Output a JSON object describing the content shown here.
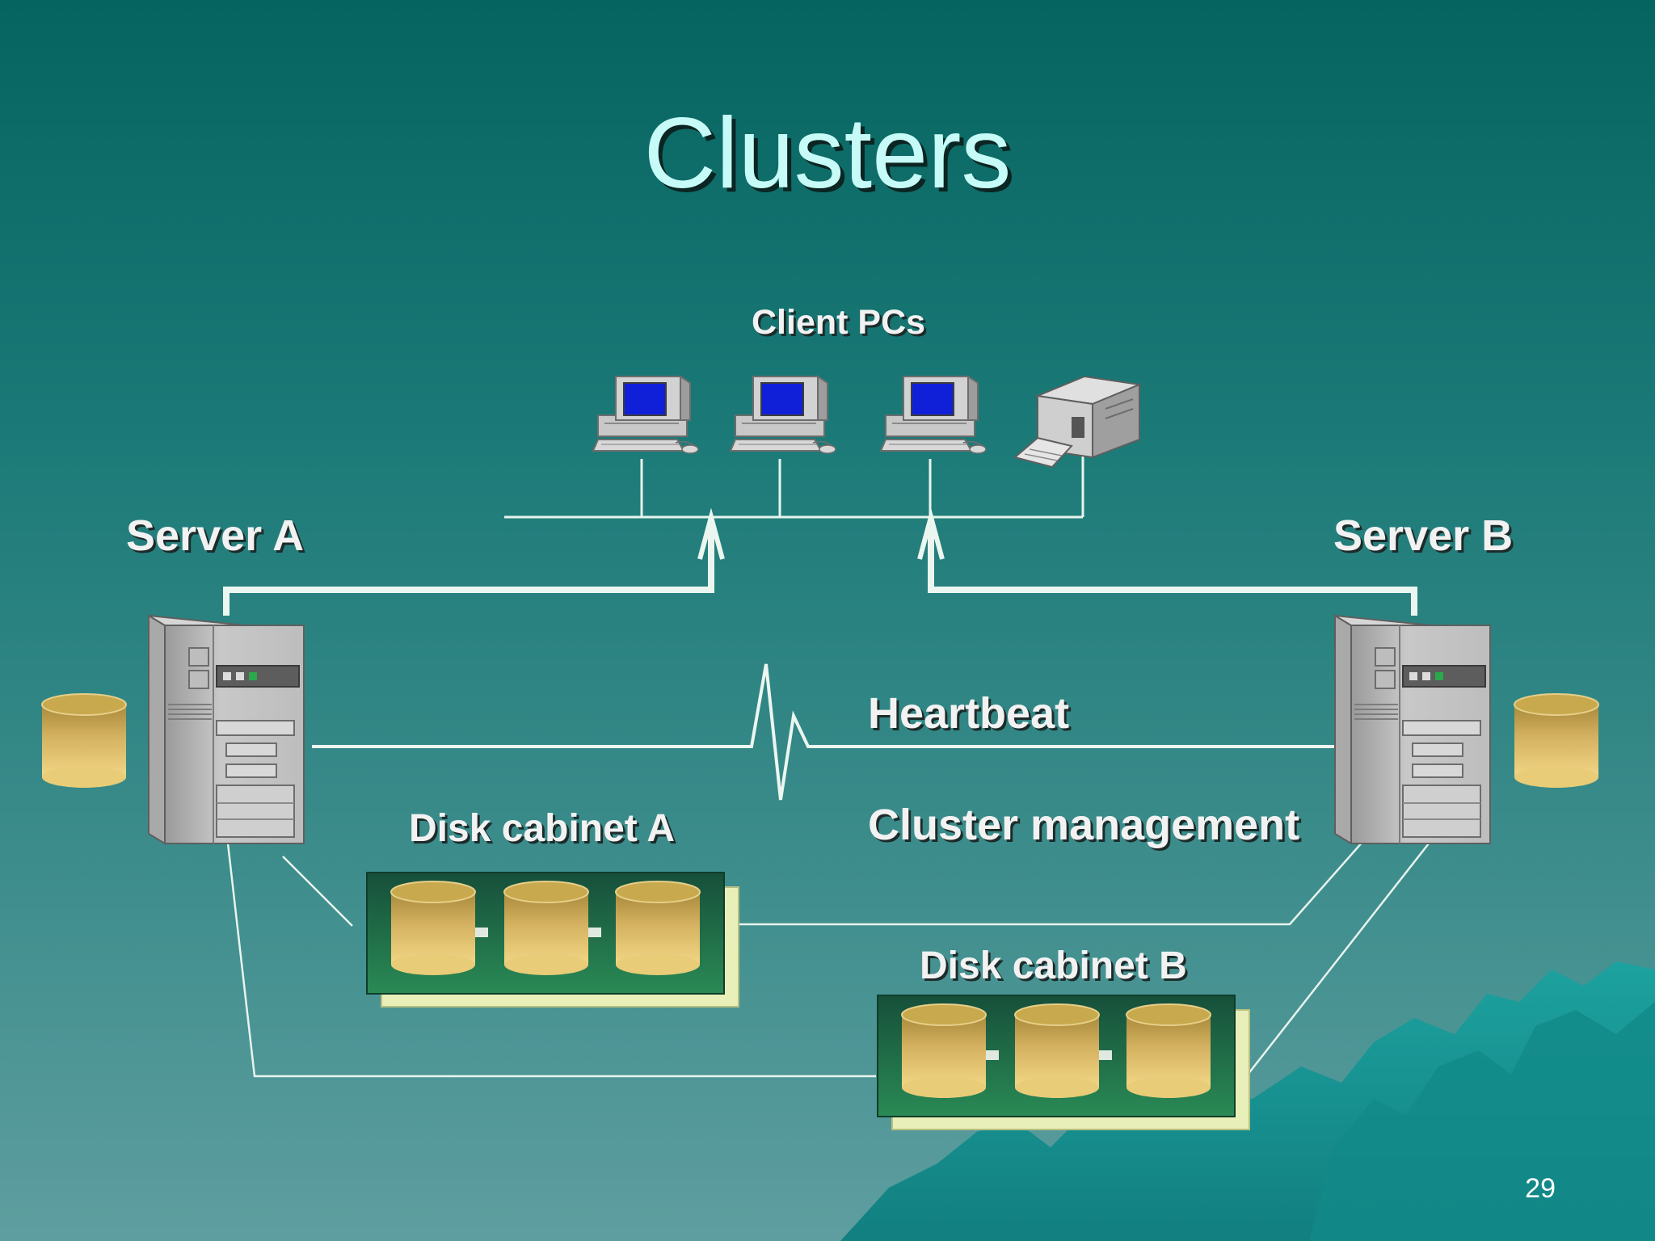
{
  "slide": {
    "title": "Clusters",
    "page_number": "29"
  },
  "labels": {
    "client_pcs": "Client PCs",
    "server_a": "Server A",
    "server_b": "Server B",
    "heartbeat": "Heartbeat",
    "cluster_management": "Cluster management",
    "disk_cabinet_a": "Disk cabinet A",
    "disk_cabinet_b": "Disk cabinet B"
  },
  "colors": {
    "background_top": "#066460",
    "background_bottom": "#5f9ea0",
    "title": "#c7fbf7",
    "line": "#e8f4ee",
    "disk_gold": "#d9b45a",
    "cabinet_green": "#1f6b46",
    "monitor_screen": "#1020d8"
  }
}
